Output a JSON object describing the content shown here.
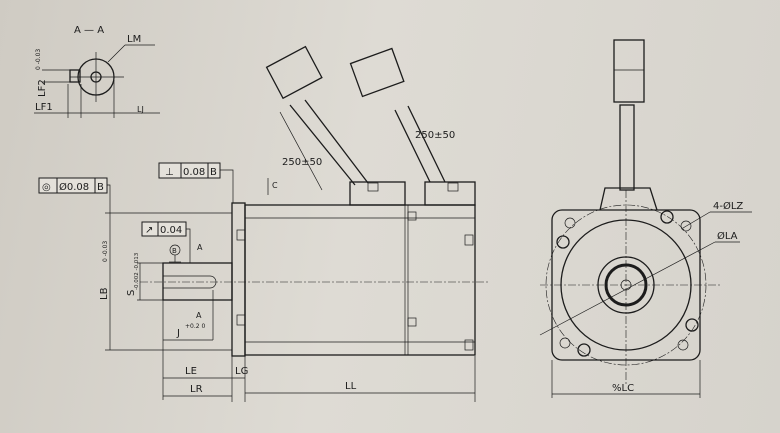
{
  "section": {
    "title": "A — A",
    "lm": "LM",
    "lf2": "LF2",
    "lf2_tol": "0 -0.03",
    "lf1": "LF1",
    "lj": "LJ"
  },
  "gdt": {
    "perpendicularity": {
      "symbol": "⊥",
      "value": "0.08",
      "datum": "B"
    },
    "concentricity": {
      "symbol": "◎",
      "value": "Ø0.08",
      "datum": "B"
    },
    "runout": {
      "symbol": "↗",
      "value": "0.04"
    }
  },
  "side": {
    "datum_b": "B",
    "section_a_top": "A",
    "section_a_bottom": "A",
    "lb": "LB",
    "lb_tol": "0 -0.03",
    "s": "S",
    "s_tol": "-0.002 -0.013",
    "j": "J",
    "j_tol": "+0.2 0",
    "le": "LE",
    "lg": "LG",
    "lr": "LR",
    "ll": "LL",
    "c": "C",
    "cable1": "250±50",
    "cable2": "250±50"
  },
  "front": {
    "lz": "4-ØLZ",
    "la": "ØLA",
    "lc": "%LC"
  }
}
